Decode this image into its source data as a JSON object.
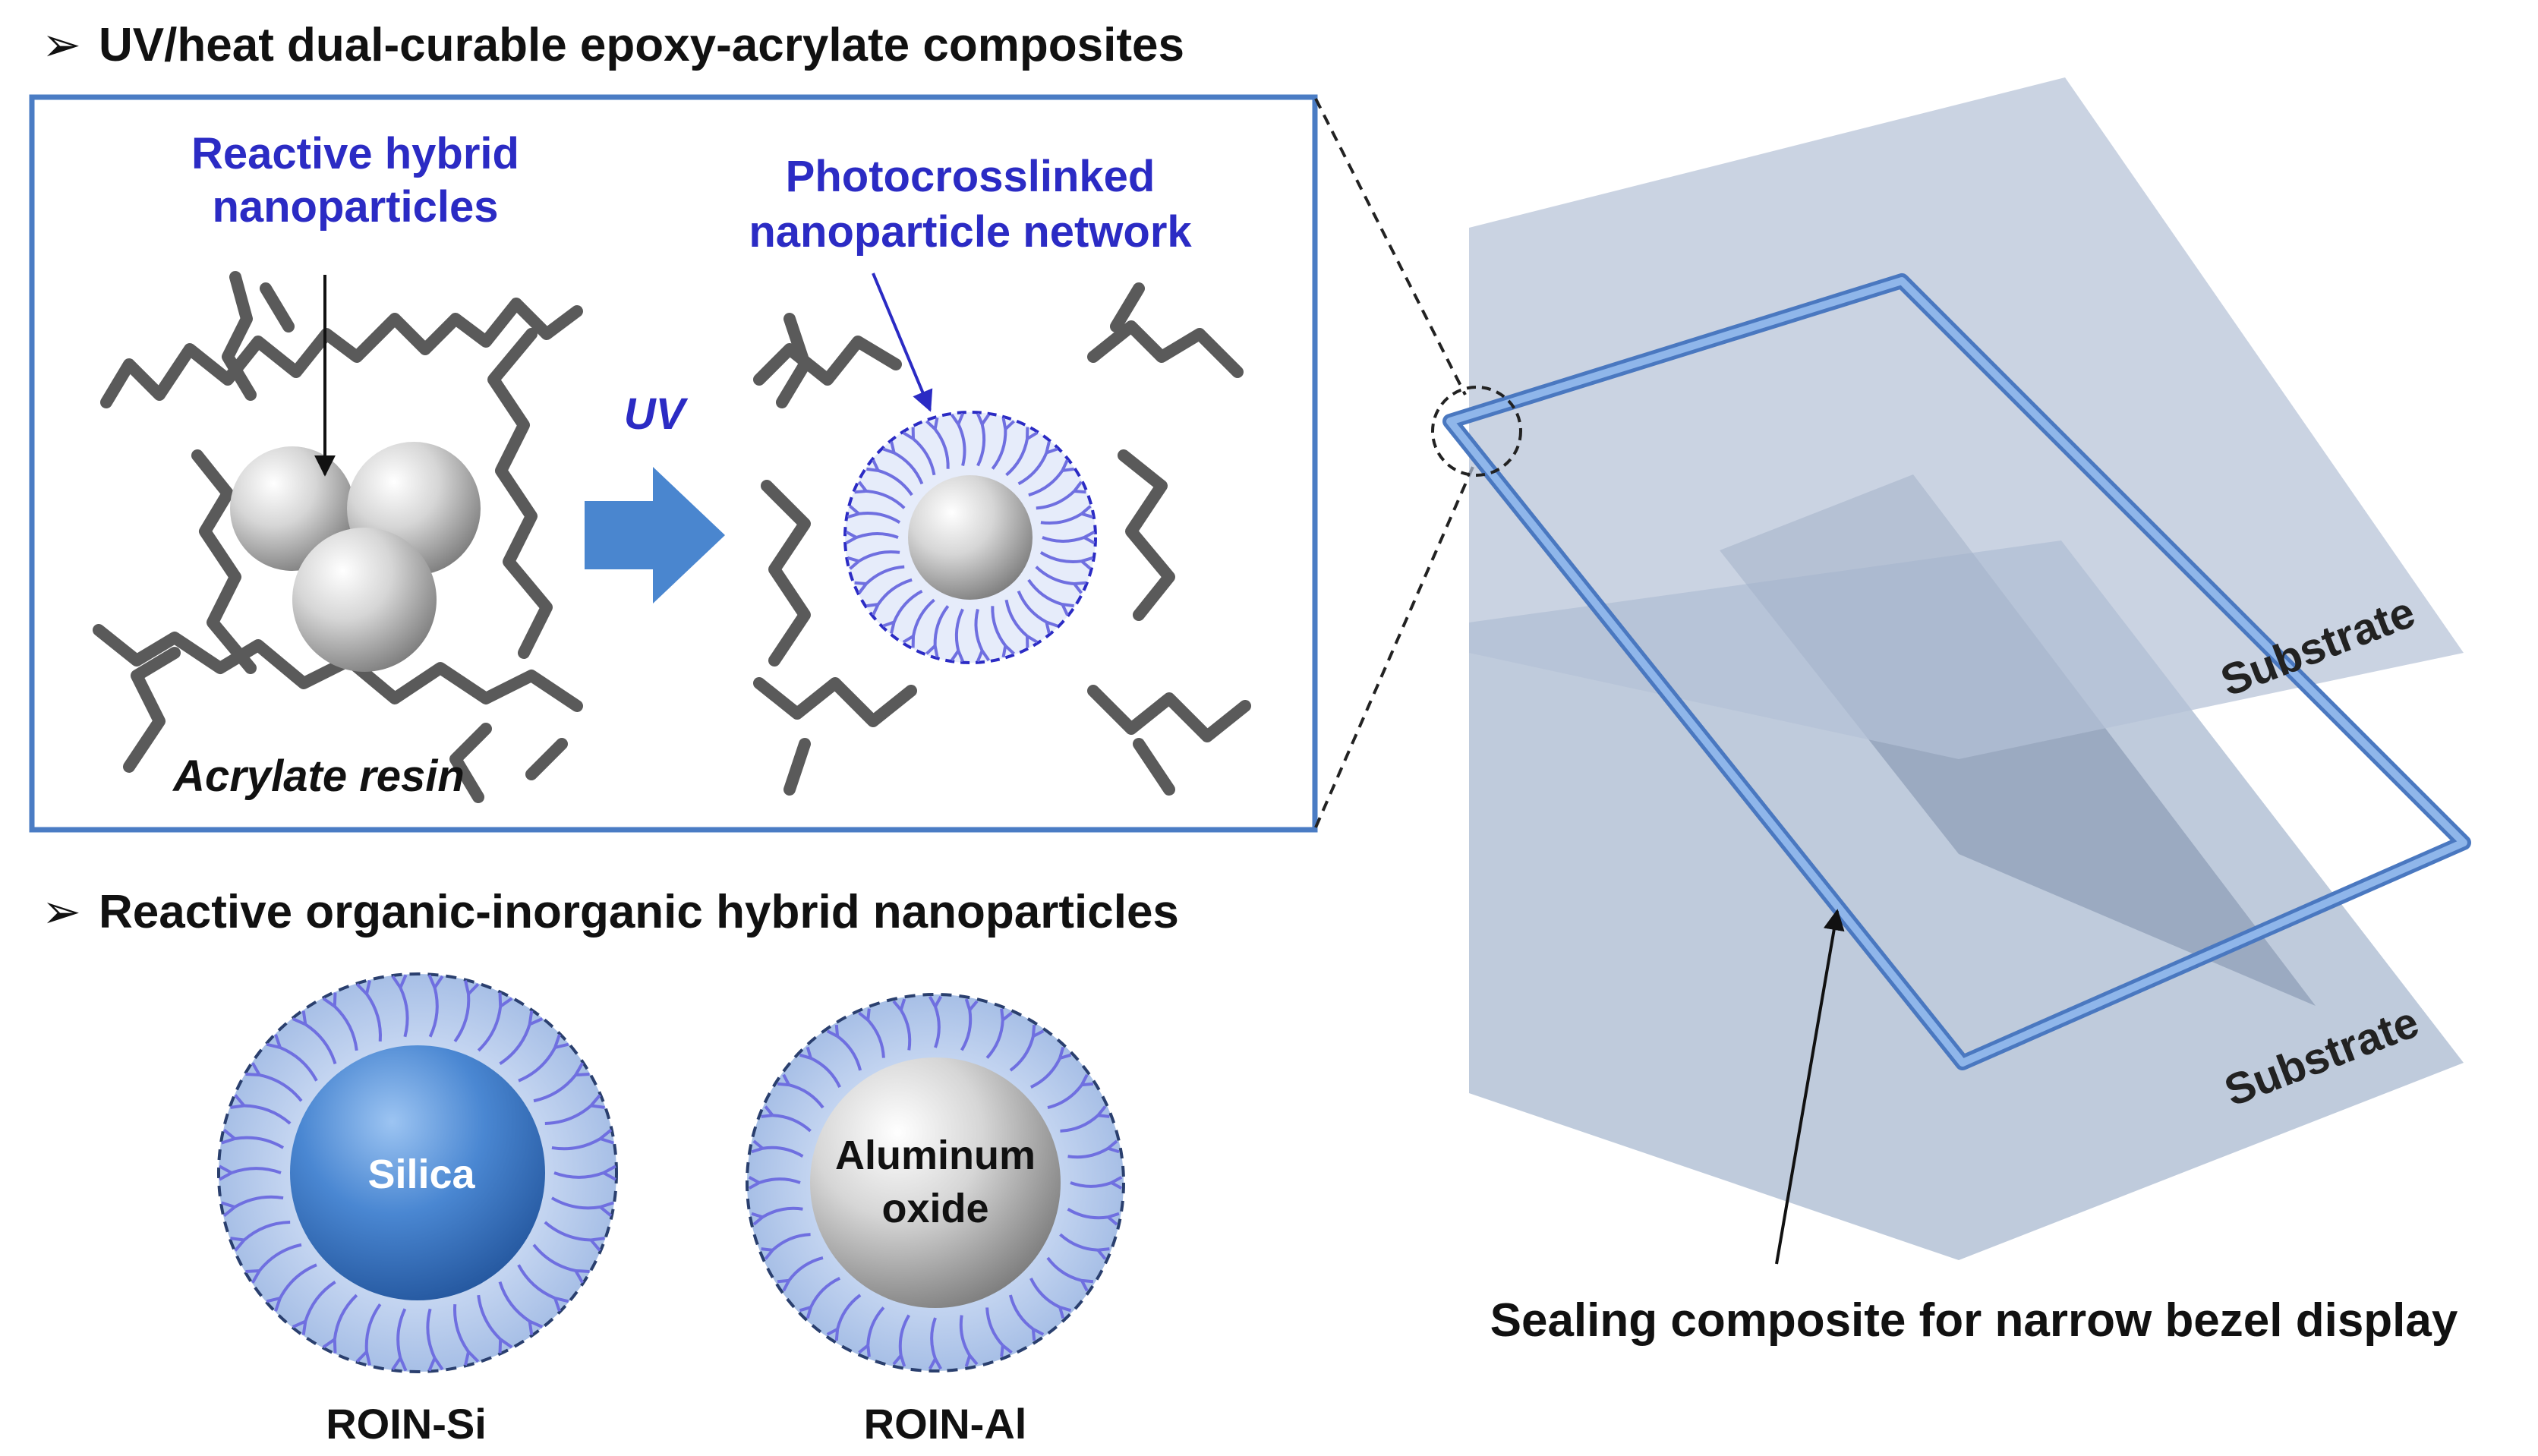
{
  "sections": {
    "top_heading": "UV/heat dual-curable epoxy-acrylate composites",
    "bottom_heading": "Reactive organic-inorganic hybrid nanoparticles",
    "bullet_symbol": "➢"
  },
  "inset": {
    "hybrid_label_line1": "Reactive hybrid",
    "hybrid_label_line2": "nanoparticles",
    "network_label_line1": "Photocrosslinked",
    "network_label_line2": "nanoparticle network",
    "arrow_label": "UV",
    "resin_label": "Acrylate resin"
  },
  "particles": [
    {
      "core_line1": "Silica",
      "core_line2": "",
      "caption": "ROIN-Si",
      "core_color": "#3f7fd0"
    },
    {
      "core_line1": "Aluminum",
      "core_line2": "oxide",
      "caption": "ROIN-Al",
      "core_color": "#d8d8d8"
    }
  ],
  "display": {
    "substrate_top_label": "Substrate",
    "substrate_bottom_label": "Substrate",
    "sealing_label": "Sealing composite for narrow bezel display"
  },
  "colors": {
    "inset_border": "#4a7cc4",
    "blue_text": "#2b2bc4",
    "shell": "#b9cdec",
    "ligand": "#6f6fe0",
    "uv_arrow": "#4a86cf",
    "sealant": "#7fa9e3",
    "substrate": "#a9b9d0"
  }
}
